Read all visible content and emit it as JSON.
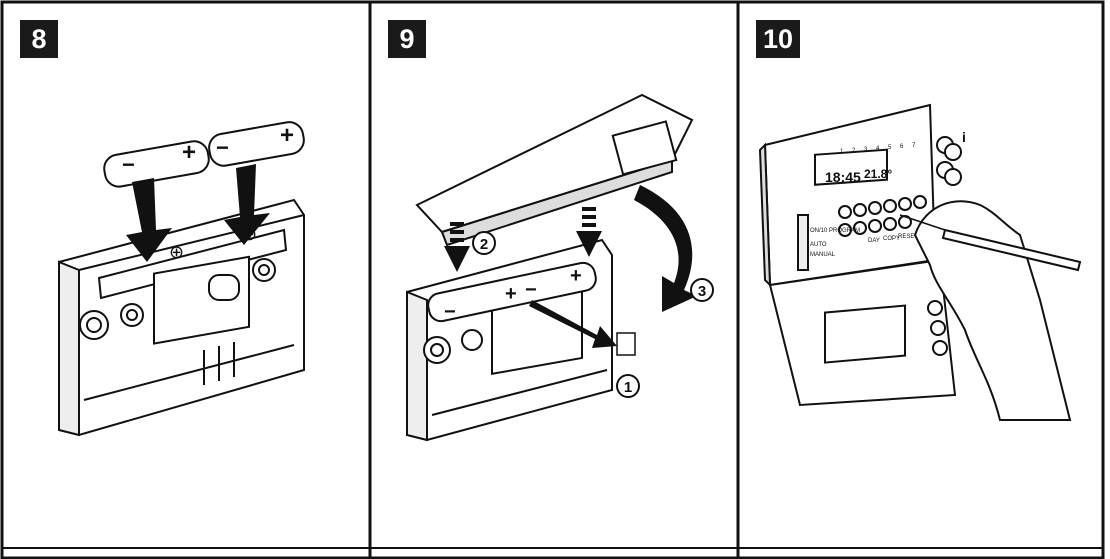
{
  "steps": [
    {
      "number": "8"
    },
    {
      "number": "9"
    },
    {
      "number": "10"
    }
  ],
  "panel8": {
    "battery_minus": "−",
    "battery_plus": "+",
    "terminal_symbol": "⊕"
  },
  "panel9": {
    "callout_1": "1",
    "callout_2": "2",
    "callout_3": "3",
    "battery_minus": "−",
    "battery_plus": "+"
  },
  "panel10": {
    "lcd_time": "18:45",
    "lcd_temp": "21.8°",
    "day_digits": [
      "1",
      "2",
      "3",
      "4",
      "5",
      "6",
      "7"
    ],
    "info_label": "i",
    "mode_labels": [
      "ON/10 PROGRAM",
      "AUTO",
      "MANUAL"
    ],
    "button_labels": [
      "DAY",
      "COPY",
      "RESET"
    ]
  }
}
